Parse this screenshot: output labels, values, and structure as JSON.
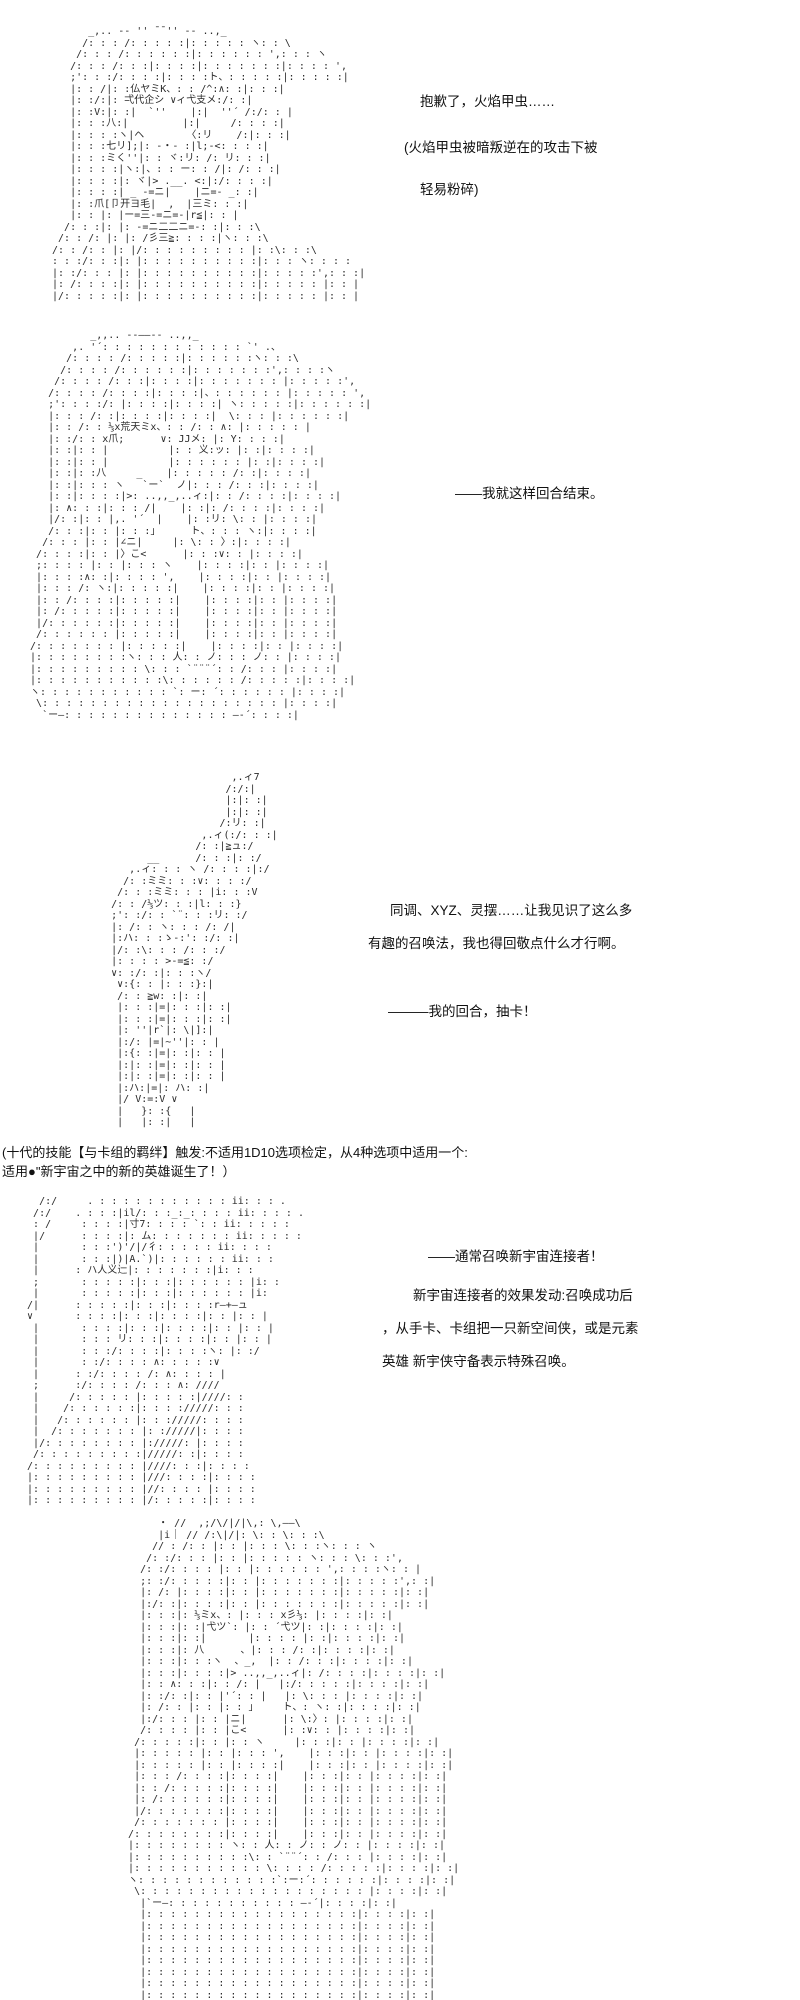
{
  "page": {
    "background": "#ffffff",
    "ink_color": "#191919",
    "aa_color": "#2a2a2a"
  },
  "panel1": {
    "aa": [
      "       _,.. -‐ '' ̄ ̄ '' ‐- ..,_",
      "      /: : : /: : : : :|: : : : : ヽ: : \\",
      "     /: : : /: : : : : :|: : : : : : ',: : : ヽ",
      "    /: : : /: : :|: : : :|: : : : : : :|: : : : ',",
      "    ;': : :/: : : :|: : : :ト、: : : : :|: : : : :|",
      "    |: : /|: :仏ヤミK、: : /^:∧: :|: : :|",
      "    |: :/:|: 弌代企シ ∨ィ弋支メ:/: :|",
      "    |: :V:|: :|  `''    |:|  ''´ /:/: : |",
      "    |: : :八:|         |:|     /: : : :|",
      "    |: : : :ヽ|ヘ       〈:リ    /:|: : :|",
      "    |: : :七リ];|: -・- :|l;-<: : : :|",
      "    |: : :ミく''|: : ヾ:リ: /: リ: : :|",
      "    |: : : :|ヽ:|、: : ー: : /|: /: : :|",
      "    |: : : :|: ヾ|> .__. <:|:/: : : :|",
      "    |: : : :| _ -=ニ|    |ニ=- _: :|",
      "    |: :爪[卩开ヨ毛|  ,  |三ミ: : :|",
      "    |: : |: |ー=三-=ニ=‐|r≦|: : |",
      "   /: : :|: |: -=ニ二二ニ=-: :|: : :\\",
      "  /: : /: |: |: /彡三≧: : : :|ヽ: : :\\",
      " /: : /: : |: |/: : : : : : : : : |: :\\: : :\\",
      " : : :/: : :|: |: : : : : : : : : :|: : : ヽ: : : :",
      " |: :/: : : |: |: : : : : : : : : :|: : : : :',: : :|",
      " |: /: : : :|: |: : : : : : : : : :|: : : : : |: : |",
      " |/: : : : :|: |: : : : : : : : : :|: : : : : |: : |"
    ],
    "dialogue": [
      "抱歉了，火焰甲虫……",
      "(火焰甲虫被暗叛逆在的攻击下被",
      "轻易粉碎)"
    ]
  },
  "panel2": {
    "aa": [
      "            _,,.. -‐――‐- ..,,_",
      "         ,. '´: : : : : : : : : : : : `' .、",
      "        /: : : : /: : : : :|: : : : : :ヽ: : :\\",
      "       /: : : : /: : : : : :|: : : : : : :',: : : :ヽ",
      "      /: : : : /: : :|: : : :|: : : : : : : |: : : : :',",
      "     /: : : : /: : : :|: : : :|、: : : : : : |: : : : : ',",
      "     ;': : : :/: |: : : :|: : : :| ヽ: : : : :|: : : : : :|",
      "     |: : : /: :|: : : :|: : : :|  \\: : : |: : : : : :|",
      "     |: : /: : ⅓x荒天ミx、: : /: : ∧: |: : : : : |",
      "     |: :/: : x爪;      ∨: JJメ: |: Y: : : :|",
      "     |: :|: : |          |: : 义:ッ: |: :|: : : :|",
      "     |: :|: : |          |: : : : : : |: :|: : : :|",
      "     |: :|: :八     _    |: : : : : /: :|: : : :|",
      "     |: :|: : : ヽ   `ー`  ノ|: : : /: : :|: : : :|",
      "     |: :|: : : :|>: ..,,_,..ィ:|: : /: : : :|: : : :|",
      "     |: ∧: : :|: : : /|    |: :|: /: : : :|: : : :|",
      "     |/: :|: : |,. '´  |    |: :リ: \\: : |: : : :|",
      "     /: : :|: : |: : :」     ト、: : : ヽ:|: : : :|",
      "    /: : : |: : |∠ニ|     |: \\: : 〉:|: : : :|",
      "   /: : : :|: : |〉こ<      |: : :∨: : |: : : :|",
      "   ;: : : : |: : |: : : ヽ    |: : : :|: : |: : : :|",
      "   |: : : :∧: :|: : : : ',    |: : : :|: : |: : : :|",
      "   |: : : /: ヽ:|: : : : :|    |: : : :|: : |: : : :|",
      "   |: : /: : : :|: : : : :|    |: : : :|: : |: : : :|",
      "   |: /: : : : :|: : : : :|    |: : : :|: : |: : : :|",
      "   |/: : : : : :|: : : : :|    |: : : :|: : |: : : :|",
      "   /: : : : : : |: : : : :|    |: : : :|: : |: : : :|",
      "  /: : : : : : : |: : : : :|    |: : : :|: : |: : : :|",
      "  |: : : : : : : :ヽ: : : 人: : ノ: : : ノ: : |: : : :|",
      "  |: : : : : : : : : \\: : : `¨¨¨´: : /: : : |: : : :|",
      "  |: : : : : : : : : : :\\: : : : : : /: : : : :|: : : :|",
      "  ヽ: : : : : : : : : : : `: ー: ´: : : : : : |: : : :|",
      "   \\: : : : : : : : : : : : : : : : : : : : |: : : :|",
      "    `ー―: : : : : : : : : : : : : : ―‐´: : : :|"
    ],
    "dialogue": [
      "——我就这样回合结束。"
    ]
  },
  "panel3": {
    "aa": [
      "                          ,.ィ7",
      "                         /:/:|",
      "                         |:|: :|",
      "                         |:|: :|",
      "                        /:リ: :|",
      "                     ,.ィ(:/: : :|",
      "                    /: :|≧ュ:/",
      "            __      /: : :|: :/",
      "         ,.ィ: : : ヽ /: : : :|:/",
      "        /: :ミミ: : :∨: : : :/",
      "       /: : :ミミ: : : |i: : :V",
      "      /: : /⅓ツ: : :|l: : :}",
      "      ;': :/: : `¨: : :リ: :/",
      "      |: /: : ヽ: : : /: /|",
      "      |:ハ: : :ゝ-:': :/: :|",
      "      |/: :\\: : : /: : :/",
      "      |: : : : >-=≦: :/",
      "      ∨: :/: :|: : :ヽ/",
      "       ∨:{: : |: : :}:|",
      "       /: : ≧w: :|: :|",
      "       |: : :|=|: : :|: :|",
      "       |: : :|=|: : :|: :|",
      "       |: ''|r`|: \\|]:|",
      "       |:/: |=|~''|: : |",
      "       |:{: :|=|: :|: : |",
      "       |:|: :|=|: :|: : |",
      "       |:|: :|=|: :|: : |",
      "       |:ハ:|=|: ハ: :|",
      "       |/ V:=:V ∨",
      "       |   }: :{   |",
      "       |   |: :|   |"
    ],
    "dialogue": [
      "同调、XYZ、灵摆……让我见识了这么多",
      "有趣的召唤法，我也得回敬点什么才行啊。",
      "———我的回合，抽卡！"
    ]
  },
  "skill_note": {
    "lines": [
      "(十代的技能【与卡组的羁绊】触发:不适用1D10选项检定，从4种选项中适用一个:",
      "适用●\"新宇宙之中的新的英雄诞生了！）"
    ]
  },
  "panel4": {
    "aa": [
      "    /:/     . : : : : : : : : : : : ii: : : .",
      "   /:/    . : : :|il/: : :_:_: : : : ii: : : : .",
      "   : /     : : : :|寸7: : : : `: : ii: : : : :",
      "   |/      : : : :|: ム: : : : : : : ii: : : : :",
      "   |       : : :')'/|/彳: : : : : ii: : : :",
      "   |       : : :|)|A.`)|: : : : : : ii: : :",
      "   |      : ハ人义辷|: : : : : : :|i: : :",
      "   ;       : : : : :|: : :|: : : : : : |i: :",
      "   |       : : : : :|: : :|: : : : : : |i:",
      "  /|      : : : : :|: : :|: : : :r―+―ュ",
      "  ∨       : : : :|: : :|: : : :|: : |: : |",
      "   |       : : : :|: : :|: : : :|: : |: : |",
      "   |       : : : リ: : :|: : : :|: : |: : |",
      "   |       : : :/: : : :|: : : :ヽ: |: :/",
      "   |       : :/: : : : ∧: : : : :∨",
      "   |      : :/: : : : /: ∧: : : : |",
      "   ;      :/: : : : /: : : ∧: ////",
      "   |     /: : : : : |: : : : :|////: :",
      "   |    /: : : : : :|: : : ://///: : :",
      "   |   /: : : : : : |: : ://///: : : :",
      "   |  /: : : : : : : |: ://///|: : : :",
      "   |/: : : : : : : : |://///: |: : : :",
      "   /: : : : : : : : :|/////: :|: : : :",
      "  /: : : : : : : : : |////: : :|: : : :",
      "  |: : : : : : : : : |///: : : :|: : : :",
      "  |: : : : : : : : : |//: : : : |: : : :",
      "  |: : : : : : : : : |/: : : : :|: : : :"
    ],
    "dialogue": [
      "——通常召唤新宇宙连接者！",
      "新宇宙连接者的效果发动:召唤成功后",
      "，从手卡、卡组把一只新空间侠，或是元素",
      "英雄 新宇侠守备表示特殊召唤。"
    ]
  },
  "panel5": {
    "aa": [
      "        ・ //  ,;/\\/|/|\\,: \\,――\\",
      "        |i｜ // /:\\|/|: \\: : \\: : :\\",
      "       // : /: : |: : |: : : \\: : :ヽ: : : ヽ",
      "      /: :/: : : |: : |: : : : : ヽ: : : \\: : :',",
      "     /: :/: : : : |: : |: : : : : : ',: : : :ヽ: : |",
      "     ;: :/: : : : :|: : |: : : : : : :|: : : : :',: :|",
      "     |: /: |: : : :|: : |: : : : : : :|: : : : :|: :|",
      "     |:/: :|: : : :|: : |: : : : : : :|: : : : :|: :|",
      "     |: : :|: ⅓ミx、: |: : : x彡⅓: |: : : :|: :|",
      "     |: : :|: :|弋ツ`: |: : ´弋ツ|: :|: : : :|: :|",
      "     |: : :|: :|       |: : : : |: :|: : : :|: :|",
      "     |: : :|: 八      、|: : : /: :|: : : :|: :|",
      "     |: : :|: : :ヽ  、_,  |: : /: : :|: : : :|: :|",
      "     |: : :|: : : :|> ..,,_,..ィ|: /: : : :|: : : :|: :|",
      "     |: : ∧: : :|: : /: |   |:/: : : : :|: : : :|: :|",
      "     |: :/: :|: : |'´: : |   |: \\: : : |: : : :|: :|",
      "     |: /: : |: : |: : 」    ト、: ヽ: :|: : : :|: :|",
      "     |:/: : : |: : |ニ|      |: \\:〉: |: : : :|: :|",
      "     /: : : : |: : |こ<      |: :∨: : |: : : :|: :|",
      "    /: : : : :|: : |: : ヽ     |: : :|: : |: : : :|: :|",
      "    |: : : : : |: : |: : : ',    |: : :|: : |: : : :|: :|",
      "    |: : : : : |: : |: : : :|    |: : :|: : |: : : :|: :|",
      "    |: : : /: : : :|: : : :|    |: : :|: : |: : : :|: :|",
      "    |: : /: : : : :|: : : :|    |: : :|: : |: : : :|: :|",
      "    |: /: : : : : :|: : : :|    |: : :|: : |: : : :|: :|",
      "    |/: : : : : : :|: : : :|    |: : :|: : |: : : :|: :|",
      "    /: : : : : : : |: : : :|    |: : :|: : |: : : :|: :|",
      "   /: : : : : : : :|: : : :|    |: : :|: : |: : : :|: :|",
      "   |: : : : : : : : ヽ: : 人: : ノ: : ノ: : |: : : :|: :|",
      "   |: : : : : : : : : :\\: : `¨¨´: : /: : : |: : : :|: :|",
      "   |: : : : : : : : : : : \\: : : : /: : : : :|: : : :|: :|",
      "   ヽ: : : : : : : : : : : :`:ー:´: : : : : :|: : : :|: :|",
      "    \\: : : : : : : : : : : : : : : : : : : |: : : :|: :|",
      "     |`ー―: : : : : : : : : : : ―‐´|: : : :|: :|",
      "     |: : : : : : : : : : : : : : : : : :|: : : :|: :|",
      "     |: : : : : : : : : : : : : : : : : :|: : : :|: :|",
      "     |: : : : : : : : : : : : : : : : : :|: : : :|: :|",
      "     |: : : : : : : : : : : : : : : : : :|: : : :|: :|",
      "     |: : : : : : : : : : : : : : : : : :|: : : :|: :|",
      "     |: : : : : : : : : : : : : : : : : :|: : : :|: :|",
      "     |: : : : : : : : : : : : : : : : : :|: : : :|: :|",
      "     |: : : : : : : : : : : : : : : : : :|: : : :|: :|"
    ]
  }
}
